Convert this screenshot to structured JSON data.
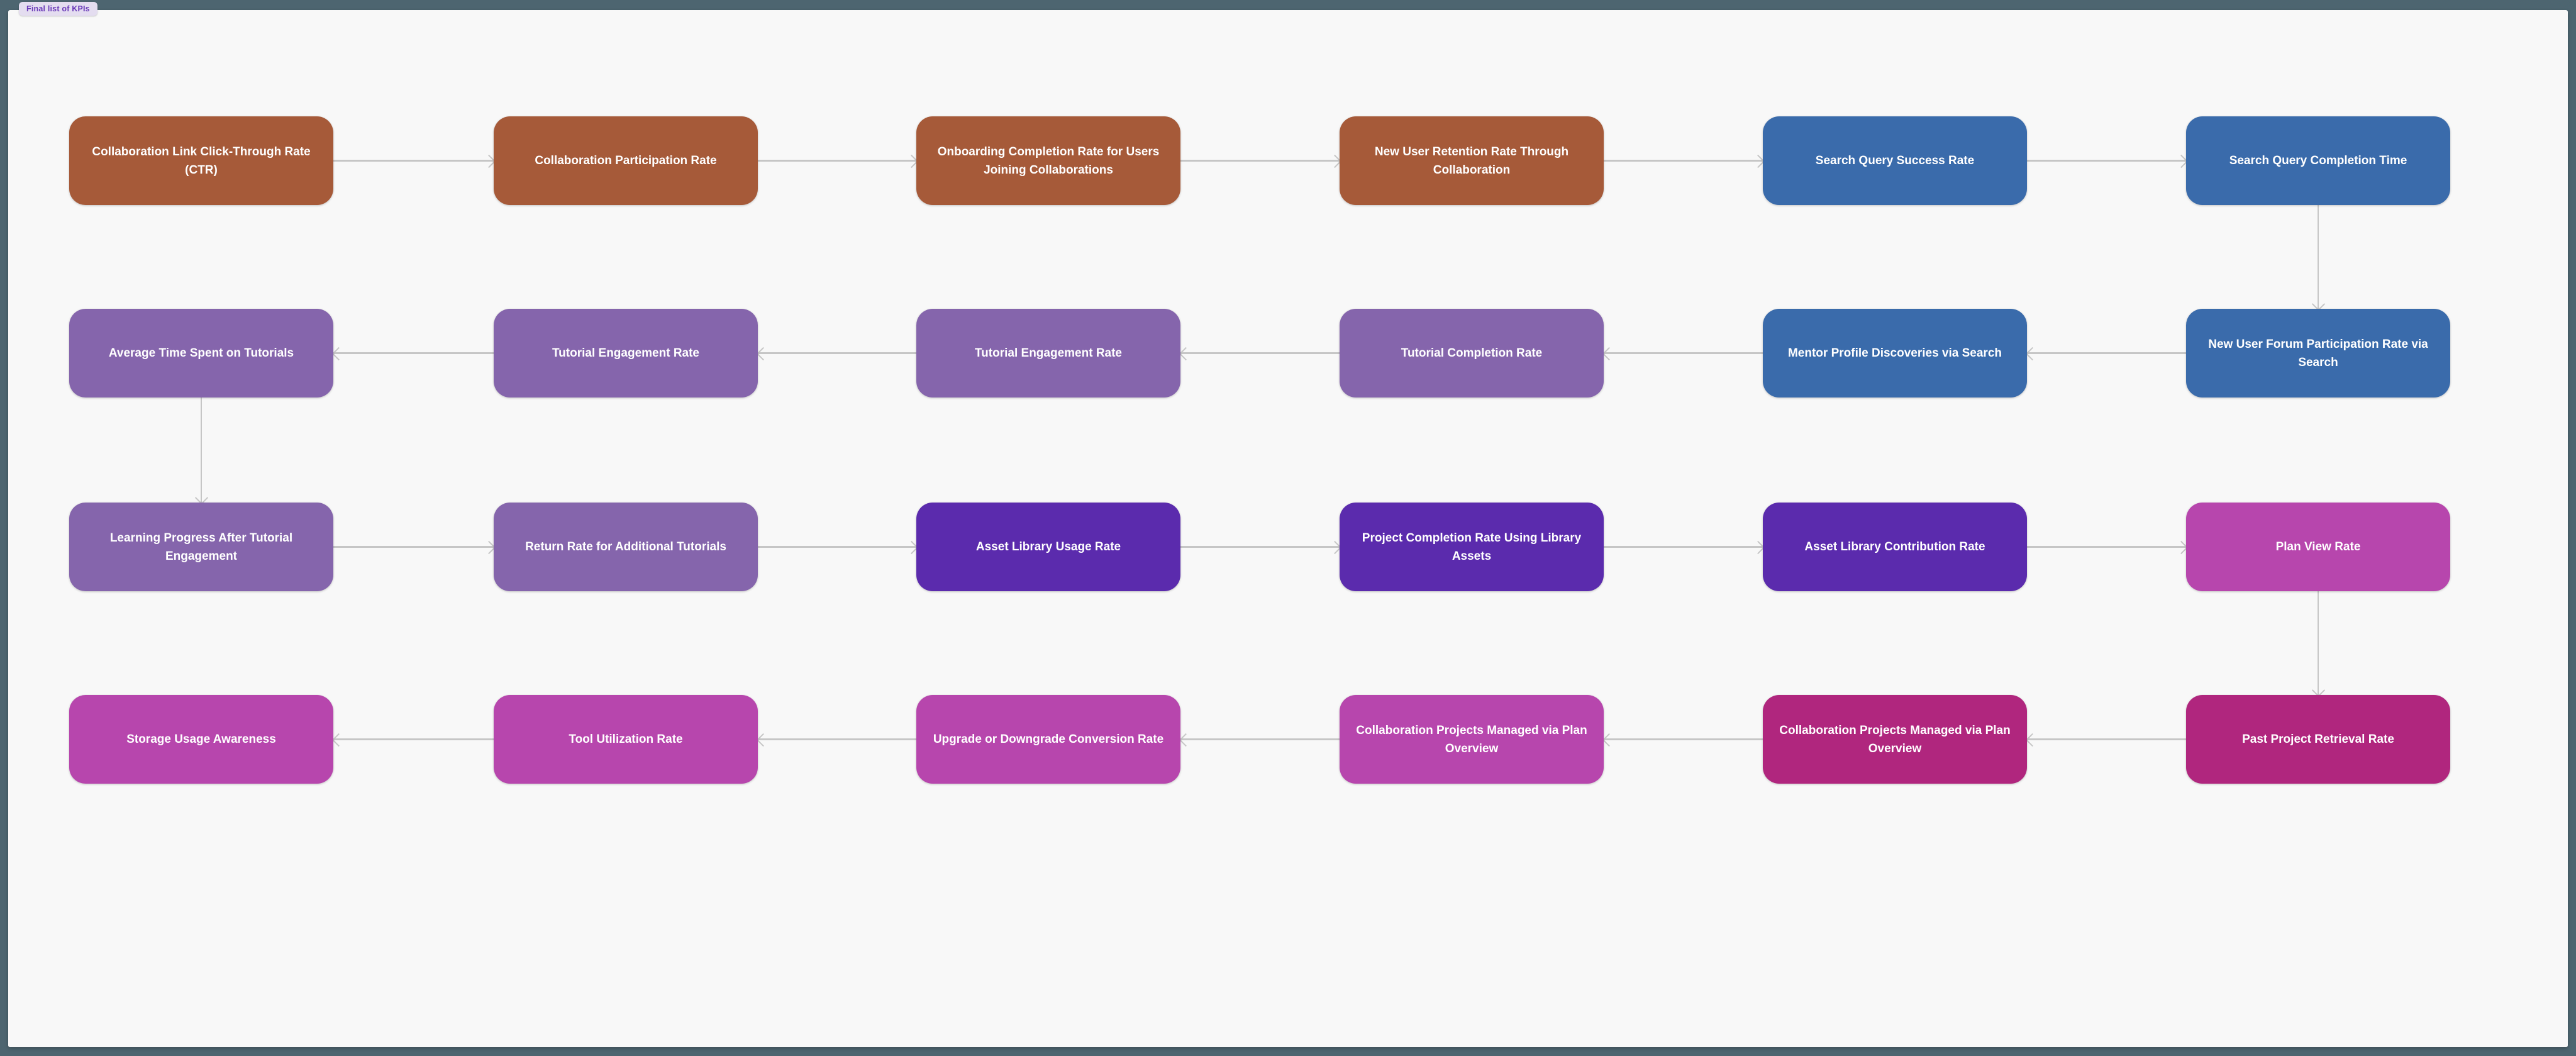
{
  "tab": {
    "label": "Final list of KPIs",
    "bg": "#e4ddf0",
    "text_color": "#6a3ab8"
  },
  "canvas": {
    "bg": "#f8f8f8",
    "frame_bg": "#4d6570",
    "edge_color": "#c6c6c6"
  },
  "palette": {
    "sienna": "#a65a39",
    "blue": "#3a6bab",
    "purple": "#8565ac",
    "violet": "#5b2bad",
    "orchid": "#b746ad",
    "magenta": "#b0267e"
  },
  "nodes": [
    {
      "id": "collab-link-ctr",
      "row": 0,
      "col": 0,
      "color": "sienna",
      "label": "Collaboration Link Click-Through Rate (CTR)"
    },
    {
      "id": "collab-participation-rate",
      "row": 0,
      "col": 1,
      "color": "sienna",
      "label": "Collaboration Participation Rate"
    },
    {
      "id": "onboarding-completion-rate",
      "row": 0,
      "col": 2,
      "color": "sienna",
      "label": "Onboarding Completion Rate for Users Joining Collaborations"
    },
    {
      "id": "new-user-retention-rate",
      "row": 0,
      "col": 3,
      "color": "sienna",
      "label": "New User Retention Rate Through Collaboration"
    },
    {
      "id": "search-query-success-rate",
      "row": 0,
      "col": 4,
      "color": "blue",
      "label": "Search Query Success Rate"
    },
    {
      "id": "search-query-completion-time",
      "row": 0,
      "col": 5,
      "color": "blue",
      "label": "Search Query Completion Time"
    },
    {
      "id": "avg-time-on-tutorials",
      "row": 1,
      "col": 0,
      "color": "purple",
      "label": "Average Time Spent on Tutorials"
    },
    {
      "id": "tutorial-engagement-rate-1",
      "row": 1,
      "col": 1,
      "color": "purple",
      "label": "Tutorial Engagement Rate"
    },
    {
      "id": "tutorial-engagement-rate-2",
      "row": 1,
      "col": 2,
      "color": "purple",
      "label": "Tutorial Engagement Rate"
    },
    {
      "id": "tutorial-completion-rate",
      "row": 1,
      "col": 3,
      "color": "purple",
      "label": "Tutorial Completion Rate"
    },
    {
      "id": "mentor-profile-discoveries",
      "row": 1,
      "col": 4,
      "color": "blue",
      "label": "Mentor Profile Discoveries via Search"
    },
    {
      "id": "forum-participation-rate",
      "row": 1,
      "col": 5,
      "color": "blue",
      "label": "New User Forum Participation Rate via Search"
    },
    {
      "id": "learning-progress",
      "row": 2,
      "col": 0,
      "color": "purple",
      "label": "Learning Progress After Tutorial Engagement"
    },
    {
      "id": "return-rate-tutorials",
      "row": 2,
      "col": 1,
      "color": "purple",
      "label": "Return Rate for Additional Tutorials"
    },
    {
      "id": "asset-library-usage-rate",
      "row": 2,
      "col": 2,
      "color": "violet",
      "label": "Asset Library Usage Rate"
    },
    {
      "id": "project-completion-rate",
      "row": 2,
      "col": 3,
      "color": "violet",
      "label": "Project Completion Rate Using Library Assets"
    },
    {
      "id": "asset-library-contribution",
      "row": 2,
      "col": 4,
      "color": "violet",
      "label": "Asset Library Contribution Rate"
    },
    {
      "id": "plan-view-rate",
      "row": 2,
      "col": 5,
      "color": "orchid",
      "label": "Plan View Rate"
    },
    {
      "id": "storage-usage-awareness",
      "row": 3,
      "col": 0,
      "color": "orchid",
      "label": "Storage Usage Awareness"
    },
    {
      "id": "tool-utilization-rate",
      "row": 3,
      "col": 1,
      "color": "orchid",
      "label": "Tool Utilization Rate"
    },
    {
      "id": "upgrade-downgrade-conversion",
      "row": 3,
      "col": 2,
      "color": "orchid",
      "label": "Upgrade or Downgrade Conversion Rate"
    },
    {
      "id": "collab-projects-plan-1",
      "row": 3,
      "col": 3,
      "color": "orchid",
      "label": "Collaboration Projects Managed via Plan Overview"
    },
    {
      "id": "collab-projects-plan-2",
      "row": 3,
      "col": 4,
      "color": "magenta",
      "label": "Collaboration Projects Managed via Plan Overview"
    },
    {
      "id": "past-project-retrieval-rate",
      "row": 3,
      "col": 5,
      "color": "magenta",
      "label": "Past Project Retrieval Rate"
    }
  ],
  "edges": [
    {
      "from": [
        0,
        0
      ],
      "to": [
        0,
        1
      ]
    },
    {
      "from": [
        0,
        1
      ],
      "to": [
        0,
        2
      ]
    },
    {
      "from": [
        0,
        2
      ],
      "to": [
        0,
        3
      ]
    },
    {
      "from": [
        0,
        3
      ],
      "to": [
        0,
        4
      ]
    },
    {
      "from": [
        0,
        4
      ],
      "to": [
        0,
        5
      ]
    },
    {
      "from": [
        0,
        5
      ],
      "to": [
        1,
        5
      ]
    },
    {
      "from": [
        1,
        5
      ],
      "to": [
        1,
        4
      ]
    },
    {
      "from": [
        1,
        4
      ],
      "to": [
        1,
        3
      ]
    },
    {
      "from": [
        1,
        3
      ],
      "to": [
        1,
        2
      ]
    },
    {
      "from": [
        1,
        2
      ],
      "to": [
        1,
        1
      ]
    },
    {
      "from": [
        1,
        1
      ],
      "to": [
        1,
        0
      ]
    },
    {
      "from": [
        1,
        0
      ],
      "to": [
        2,
        0
      ]
    },
    {
      "from": [
        2,
        0
      ],
      "to": [
        2,
        1
      ]
    },
    {
      "from": [
        2,
        1
      ],
      "to": [
        2,
        2
      ]
    },
    {
      "from": [
        2,
        2
      ],
      "to": [
        2,
        3
      ]
    },
    {
      "from": [
        2,
        3
      ],
      "to": [
        2,
        4
      ]
    },
    {
      "from": [
        2,
        4
      ],
      "to": [
        2,
        5
      ]
    },
    {
      "from": [
        2,
        5
      ],
      "to": [
        3,
        5
      ]
    },
    {
      "from": [
        3,
        5
      ],
      "to": [
        3,
        4
      ]
    },
    {
      "from": [
        3,
        4
      ],
      "to": [
        3,
        3
      ]
    },
    {
      "from": [
        3,
        3
      ],
      "to": [
        3,
        2
      ]
    },
    {
      "from": [
        3,
        2
      ],
      "to": [
        3,
        1
      ]
    },
    {
      "from": [
        3,
        1
      ],
      "to": [
        3,
        0
      ]
    }
  ]
}
